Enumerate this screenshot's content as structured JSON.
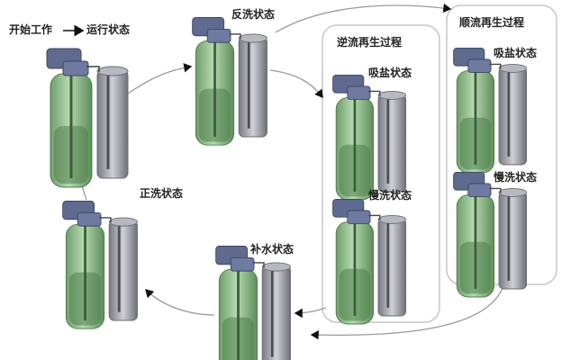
{
  "flow": {
    "start": "开始工作",
    "run": "运行状态",
    "backwash": "反洗状态",
    "forwash": "正洗状态",
    "refill": "补水状态"
  },
  "counterflow_group": {
    "title": "逆流再生过程",
    "brine": "吸盐状态",
    "slow": "慢洗状态"
  },
  "coflow_group": {
    "title": "顺流再生过程",
    "brine": "吸盐状态",
    "slow": "慢洗状态"
  },
  "colors": {
    "tank_green": "#8fbf8a",
    "tank_dark": "#4f7f4c",
    "valve": "#5f6a8f",
    "brine_tank": "#8d8d96",
    "arrow": "#9a9a9a"
  }
}
